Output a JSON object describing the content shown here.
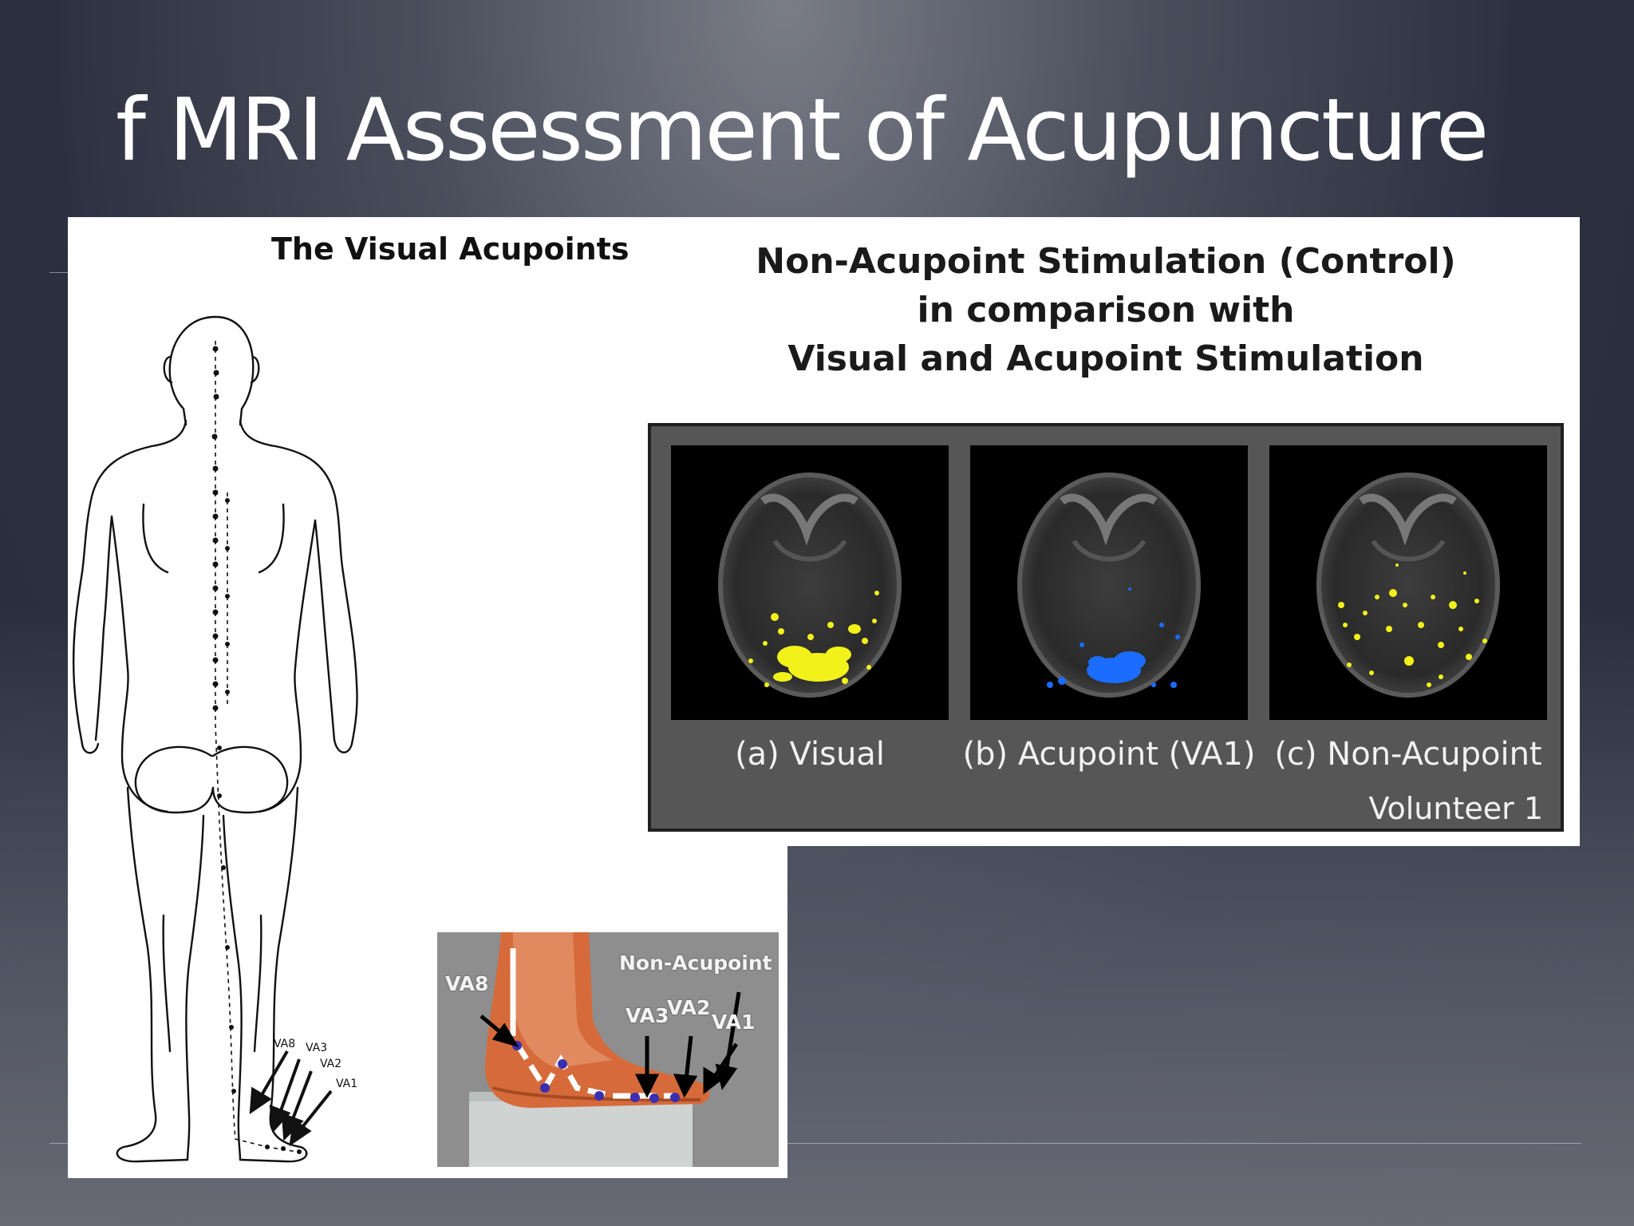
{
  "slide": {
    "title": "f MRI Assessment of Acupuncture"
  },
  "left_figure": {
    "heading": "The Visual Acupoints",
    "body_point_labels": [
      "VA8",
      "VA3",
      "VA2",
      "VA1"
    ],
    "foot_photo": {
      "non_acupoint_label": "Non-Acupoint",
      "labels": [
        "VA8",
        "VA3",
        "VA2",
        "VA1"
      ]
    }
  },
  "right_figure": {
    "heading_lines": [
      "Non-Acupoint Stimulation (Control)",
      "in comparison with",
      "Visual and Acupoint Stimulation"
    ],
    "scans": [
      {
        "caption": "(a) Visual",
        "activation_color": "#f2f21a"
      },
      {
        "caption": "(b) Acupoint (VA1)",
        "activation_color": "#1a6dff"
      },
      {
        "caption": "(c) Non-Acupoint",
        "activation_color": "#f2f21a"
      }
    ],
    "volunteer": "Volunteer 1"
  }
}
